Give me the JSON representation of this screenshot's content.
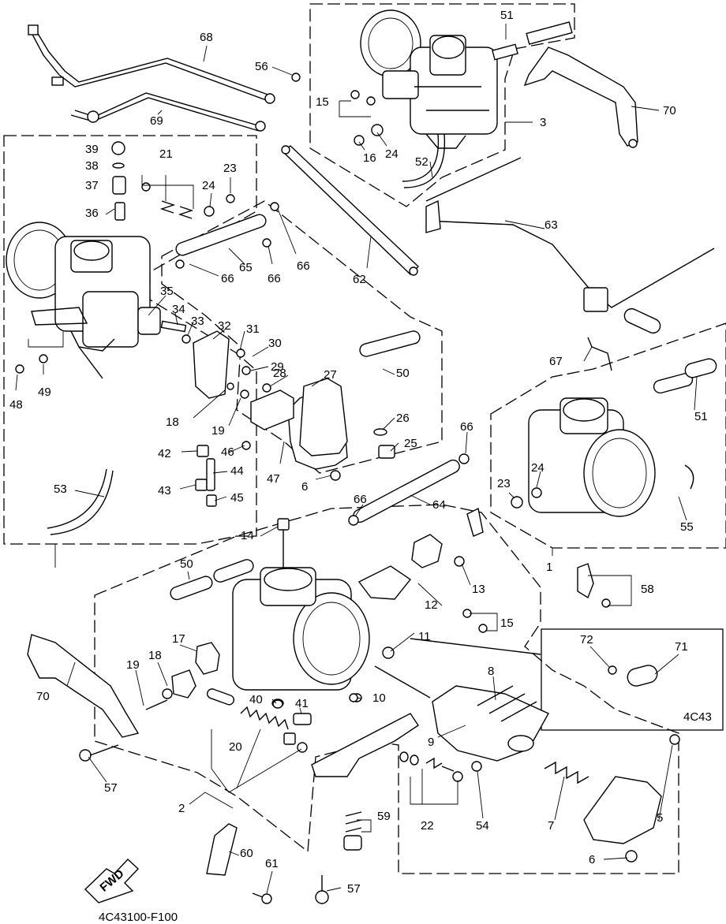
{
  "diagram_code": "4C43100-F100",
  "variant_box_label": "4C43",
  "fwd_label": "FWD",
  "callouts": [
    "51",
    "56",
    "68",
    "15",
    "3",
    "70",
    "69",
    "16",
    "24",
    "52",
    "39",
    "21",
    "38",
    "23",
    "37",
    "24",
    "36",
    "66",
    "65",
    "66",
    "66",
    "62",
    "63",
    "35",
    "34",
    "33",
    "32",
    "31",
    "30",
    "29",
    "28",
    "27",
    "50",
    "67",
    "51",
    "48",
    "49",
    "18",
    "19",
    "26",
    "25",
    "66",
    "42",
    "46",
    "44",
    "53",
    "43",
    "45",
    "47",
    "6",
    "64",
    "66",
    "24",
    "23",
    "55",
    "14",
    "1",
    "58",
    "50",
    "13",
    "12",
    "15",
    "11",
    "72",
    "71",
    "17",
    "18",
    "19",
    "8",
    "70",
    "40",
    "41",
    "10",
    "9",
    "20",
    "57",
    "2",
    "22",
    "54",
    "7",
    "5",
    "59",
    "60",
    "61",
    "6",
    "57"
  ]
}
